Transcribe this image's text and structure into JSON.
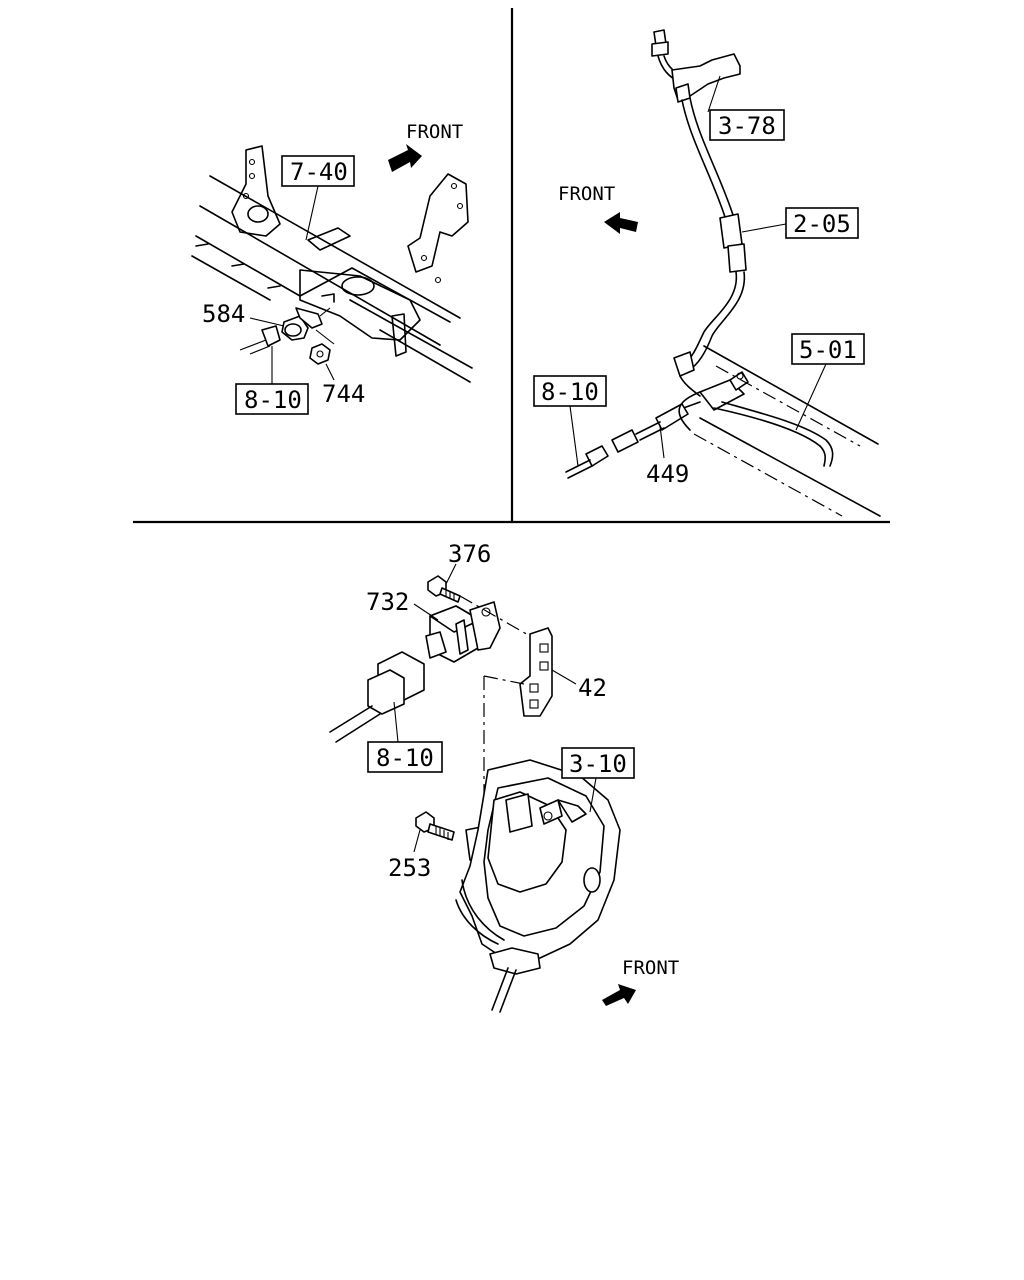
{
  "panels": {
    "top_left": {
      "front_label": "FRONT",
      "refs": {
        "r740": "7-40",
        "r810": "8-10"
      },
      "parts": {
        "p584": "584",
        "p744": "744"
      }
    },
    "top_right": {
      "front_label": "FRONT",
      "refs": {
        "r378": "3-78",
        "r205": "2-05",
        "r501": "5-01",
        "r810": "8-10"
      },
      "parts": {
        "p449": "449"
      }
    },
    "bottom": {
      "front_label": "FRONT",
      "refs": {
        "r810": "8-10",
        "r310": "3-10"
      },
      "parts": {
        "p376": "376",
        "p732": "732",
        "p42": "42",
        "p253": "253"
      }
    }
  }
}
